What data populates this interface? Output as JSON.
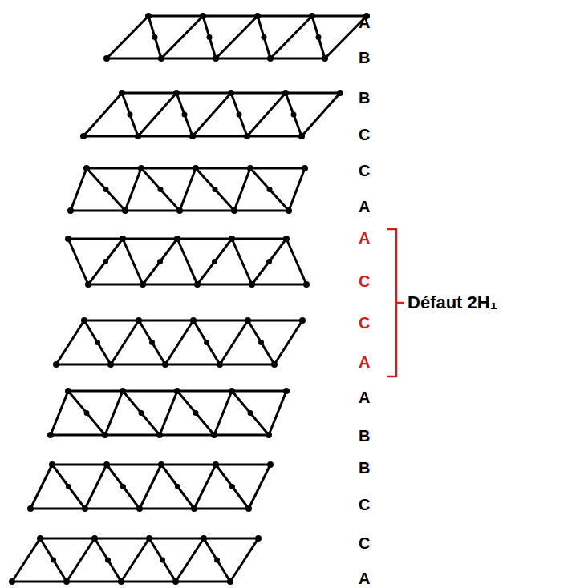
{
  "diagram": {
    "labels": [
      "A",
      "B",
      "B",
      "C",
      "C",
      "A",
      "A",
      "C",
      "C",
      "A",
      "A",
      "B",
      "B",
      "C",
      "C",
      "A",
      "Défaut 2H₁"
    ]
  }
}
